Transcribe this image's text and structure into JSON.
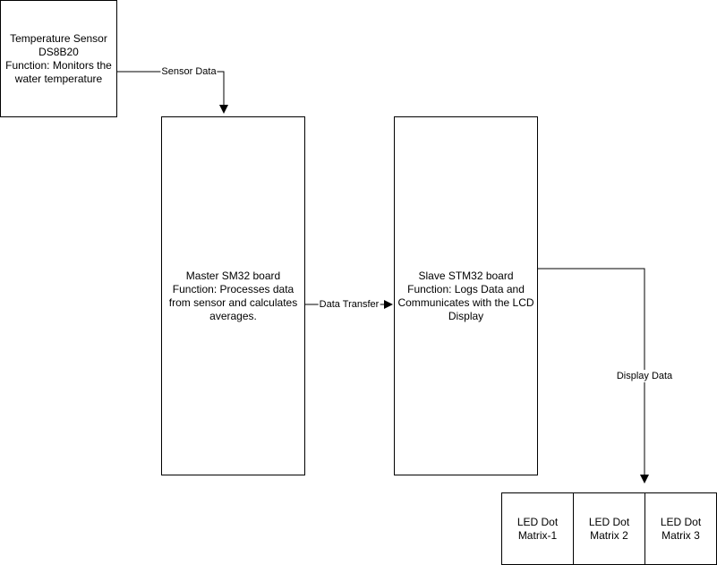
{
  "diagram": {
    "nodes": {
      "sensor": {
        "lines": [
          "Temperature Sensor",
          "DS8B20",
          "Function: Monitors the",
          "water temperature"
        ]
      },
      "master": {
        "lines": [
          "Master SM32 board",
          "Function: Processes data",
          "from sensor and calculates",
          "averages."
        ]
      },
      "slave": {
        "lines": [
          "Slave STM32 board",
          "Function: Logs Data and",
          "Communicates with the LCD",
          "Display"
        ]
      },
      "led1": {
        "lines": [
          "LED Dot",
          "Matrix-1"
        ]
      },
      "led2": {
        "lines": [
          "LED Dot",
          "Matrix 2"
        ]
      },
      "led3": {
        "lines": [
          "LED Dot",
          "Matrix 3"
        ]
      }
    },
    "edges": {
      "sensor_to_master": {
        "label": "Sensor Data"
      },
      "master_to_slave": {
        "label": "Data Transfer"
      },
      "slave_to_led": {
        "label": "Display Data"
      }
    },
    "colors": {
      "stroke": "#000000",
      "fill": "#ffffff",
      "text": "#000000"
    }
  }
}
